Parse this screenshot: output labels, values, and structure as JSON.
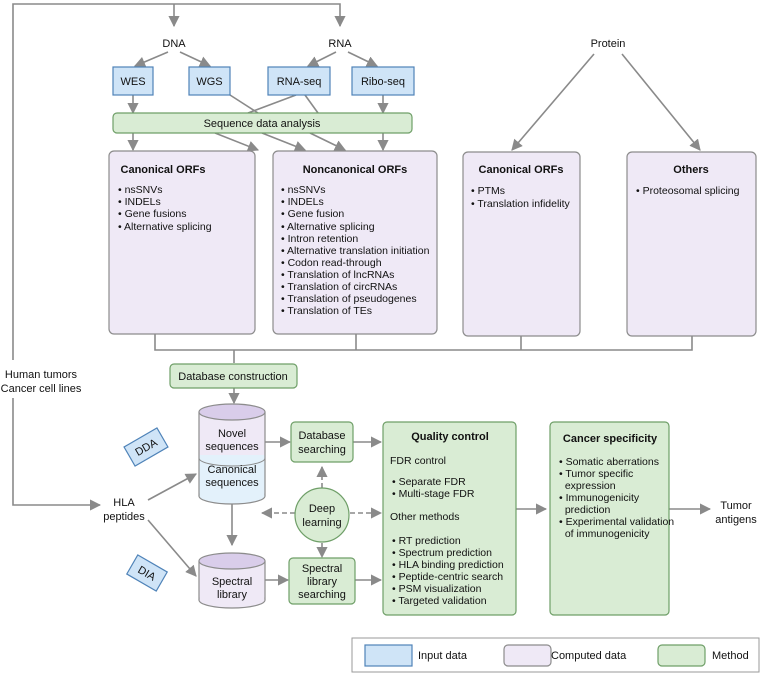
{
  "sources": {
    "dna": "DNA",
    "rna": "RNA",
    "protein": "Protein",
    "human_tumors": [
      "Human tumors",
      "Cancer cell lines"
    ],
    "hla_peptides": [
      "HLA",
      "peptides"
    ]
  },
  "inputs": {
    "wes": "WES",
    "wgs": "WGS",
    "rna_seq": "RNA-seq",
    "ribo_seq": "Ribo-seq",
    "dda": "DDA",
    "dia": "DIA"
  },
  "methods": {
    "sequence_analysis": "Sequence data analysis",
    "database_construction": "Database construction",
    "database_searching": [
      "Database",
      "searching"
    ],
    "spectral_library_searching": [
      "Spectral",
      "library",
      "searching"
    ],
    "deep_learning": [
      "Deep",
      "learning"
    ]
  },
  "panels": {
    "canonical_genomic": {
      "title": "Canonical ORFs",
      "items": [
        "• nsSNVs",
        "• INDELs",
        "• Gene fusions",
        "• Alternative splicing"
      ]
    },
    "noncanonical": {
      "title": "Noncanonical ORFs",
      "items": [
        "• nsSNVs",
        "• INDELs",
        "• Gene fusion",
        "• Alternative splicing",
        "• Intron retention",
        "• Alternative translation initiation",
        "• Codon read-through",
        "• Translation of lncRNAs",
        "• Translation of circRNAs",
        "• Translation of pseudogenes",
        "• Translation of TEs"
      ]
    },
    "canonical_protein": {
      "title": "Canonical ORFs",
      "items": [
        "• PTMs",
        "• Translation infidelity"
      ]
    },
    "others": {
      "title": "Others",
      "items": [
        "• Proteosomal splicing"
      ]
    }
  },
  "database": {
    "novel": [
      "Novel",
      "sequences"
    ],
    "canonical": [
      "Canonical",
      "sequences"
    ],
    "spectral_library": [
      "Spectral",
      "library"
    ]
  },
  "quality_control": {
    "title": "Quality control",
    "fdr_header": "FDR control",
    "fdr_items": [
      "• Separate FDR",
      "• Multi-stage FDR"
    ],
    "other_header": "Other methods",
    "other_items": [
      "• RT prediction",
      "• Spectrum prediction",
      "• HLA binding prediction",
      "• Peptide-centric search",
      "• PSM visualization",
      "• Targeted validation"
    ]
  },
  "cancer_specificity": {
    "title": "Cancer specificity",
    "items": [
      "• Somatic aberrations",
      "• Tumor specific",
      "  expression",
      "• Immunogenicity",
      "  prediction",
      "• Experimental validation",
      "  of immunogenicity"
    ]
  },
  "output": [
    "Tumor",
    "antigens"
  ],
  "legend": {
    "input": "Input data",
    "computed": "Computed data",
    "method": "Method"
  },
  "colors": {
    "input_fill": "#cfe4f7",
    "input_stroke": "#4f83b8",
    "computed_fill": "#efe9f6",
    "computed_stroke": "#8c8c8c",
    "method_fill": "#d9ecd4",
    "method_stroke": "#6f9f68",
    "arrow": "#8a8a8a"
  }
}
